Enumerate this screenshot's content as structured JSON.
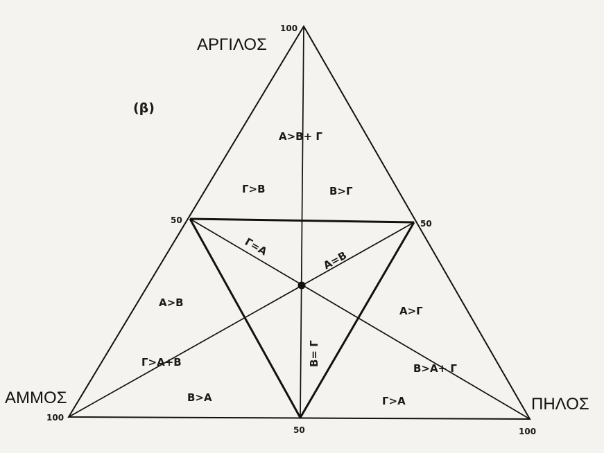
{
  "panel_label": "(β)",
  "corners": {
    "top": "ΑΡΓΙΛΟΣ",
    "left": "ΑΜΜΟΣ",
    "right": "ΠΗΛΟΣ"
  },
  "ticks": {
    "top_100": "100",
    "left_50": "50",
    "right_50": "50",
    "bottom_50": "50",
    "left_100": "100",
    "right_100": "100"
  },
  "regions": {
    "top": "A>B+ Γ",
    "top_left": "Γ>B",
    "top_right": "B>Γ",
    "left_upper": "A>B",
    "left_lower": "Γ>A+B",
    "bottom_left": "B>A",
    "right_upper": "A>Γ",
    "right_lower": "B>A+ Γ",
    "bottom_right": "Γ>A"
  },
  "line_labels": {
    "gamma_eq_a": "Γ=A",
    "a_eq_b": "A=B",
    "b_eq_gamma": "B= Γ"
  },
  "colors": {
    "background": "#f4f3ef",
    "ink": "#111111"
  }
}
